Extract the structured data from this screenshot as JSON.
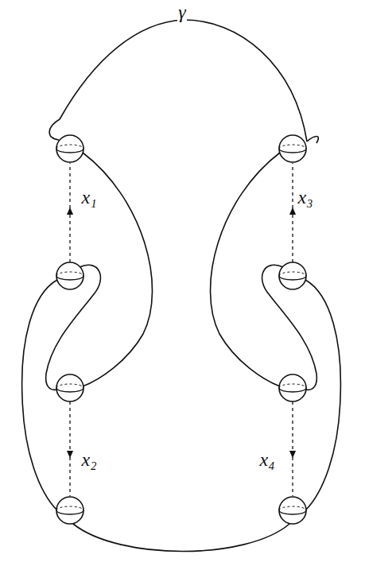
{
  "diagram": {
    "labels": [
      "γ",
      "x₁",
      "x₂",
      "x₃",
      "x₄"
    ]
  }
}
